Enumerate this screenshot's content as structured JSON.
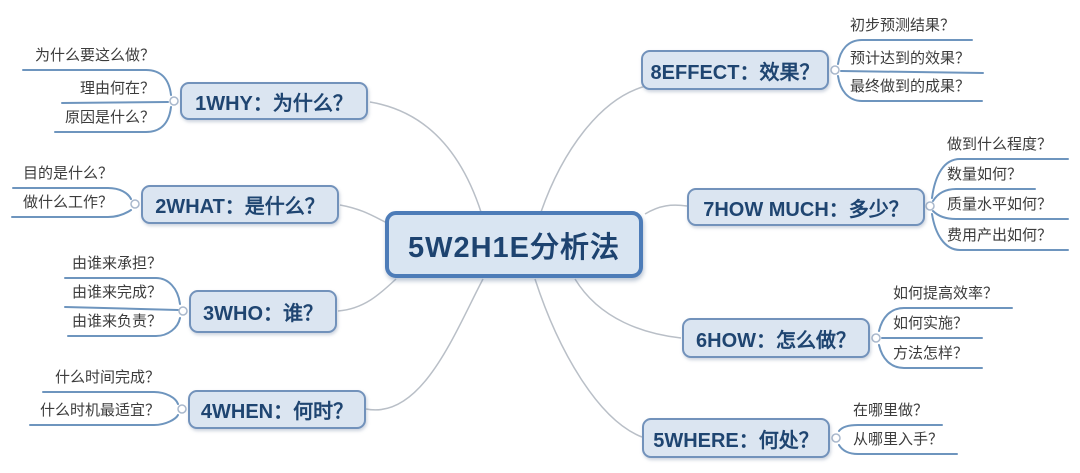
{
  "app": {
    "type": "mind-map",
    "title": "5W2H1E分析法"
  },
  "colors": {
    "node_fill": "#dbe5f1",
    "node_border": "#7292bb",
    "center_border": "#4d7cb8",
    "node_text": "#1f4571",
    "leaf_text": "#3c3c3c",
    "leaf_line": "#6e95be",
    "branch_curve": "#b9bfc7",
    "background": "#ffffff"
  },
  "center": {
    "label": "5W2H1E分析法"
  },
  "branches": [
    {
      "id": "why",
      "label": "1WHY：为什么？",
      "children": [
        "为什么要这么做？",
        "理由何在？",
        "原因是什么？"
      ]
    },
    {
      "id": "what",
      "label": "2WHAT：是什么？",
      "children": [
        "目的是什么？",
        "做什么工作？"
      ]
    },
    {
      "id": "who",
      "label": "3WHO：谁？",
      "children": [
        "由谁来承担？",
        "由谁来完成？",
        "由谁来负责？"
      ]
    },
    {
      "id": "when",
      "label": "4WHEN：何时？",
      "children": [
        "什么时间完成？",
        "什么时机最适宜？"
      ]
    },
    {
      "id": "where",
      "label": "5WHERE：何处？",
      "children": [
        "在哪里做？",
        "从哪里入手？"
      ]
    },
    {
      "id": "how",
      "label": "6HOW：怎么做？",
      "children": [
        "如何提高效率？",
        "如何实施？",
        "方法怎样？"
      ]
    },
    {
      "id": "howmuch",
      "label": "7HOW MUCH：多少？",
      "children": [
        "做到什么程度？",
        "数量如何？",
        "质量水平如何？",
        "费用产出如何？"
      ]
    },
    {
      "id": "effect",
      "label": "8EFFECT：效果？",
      "children": [
        "初步预测结果？",
        "预计达到的效果？",
        "最终做到的成果？"
      ]
    }
  ]
}
